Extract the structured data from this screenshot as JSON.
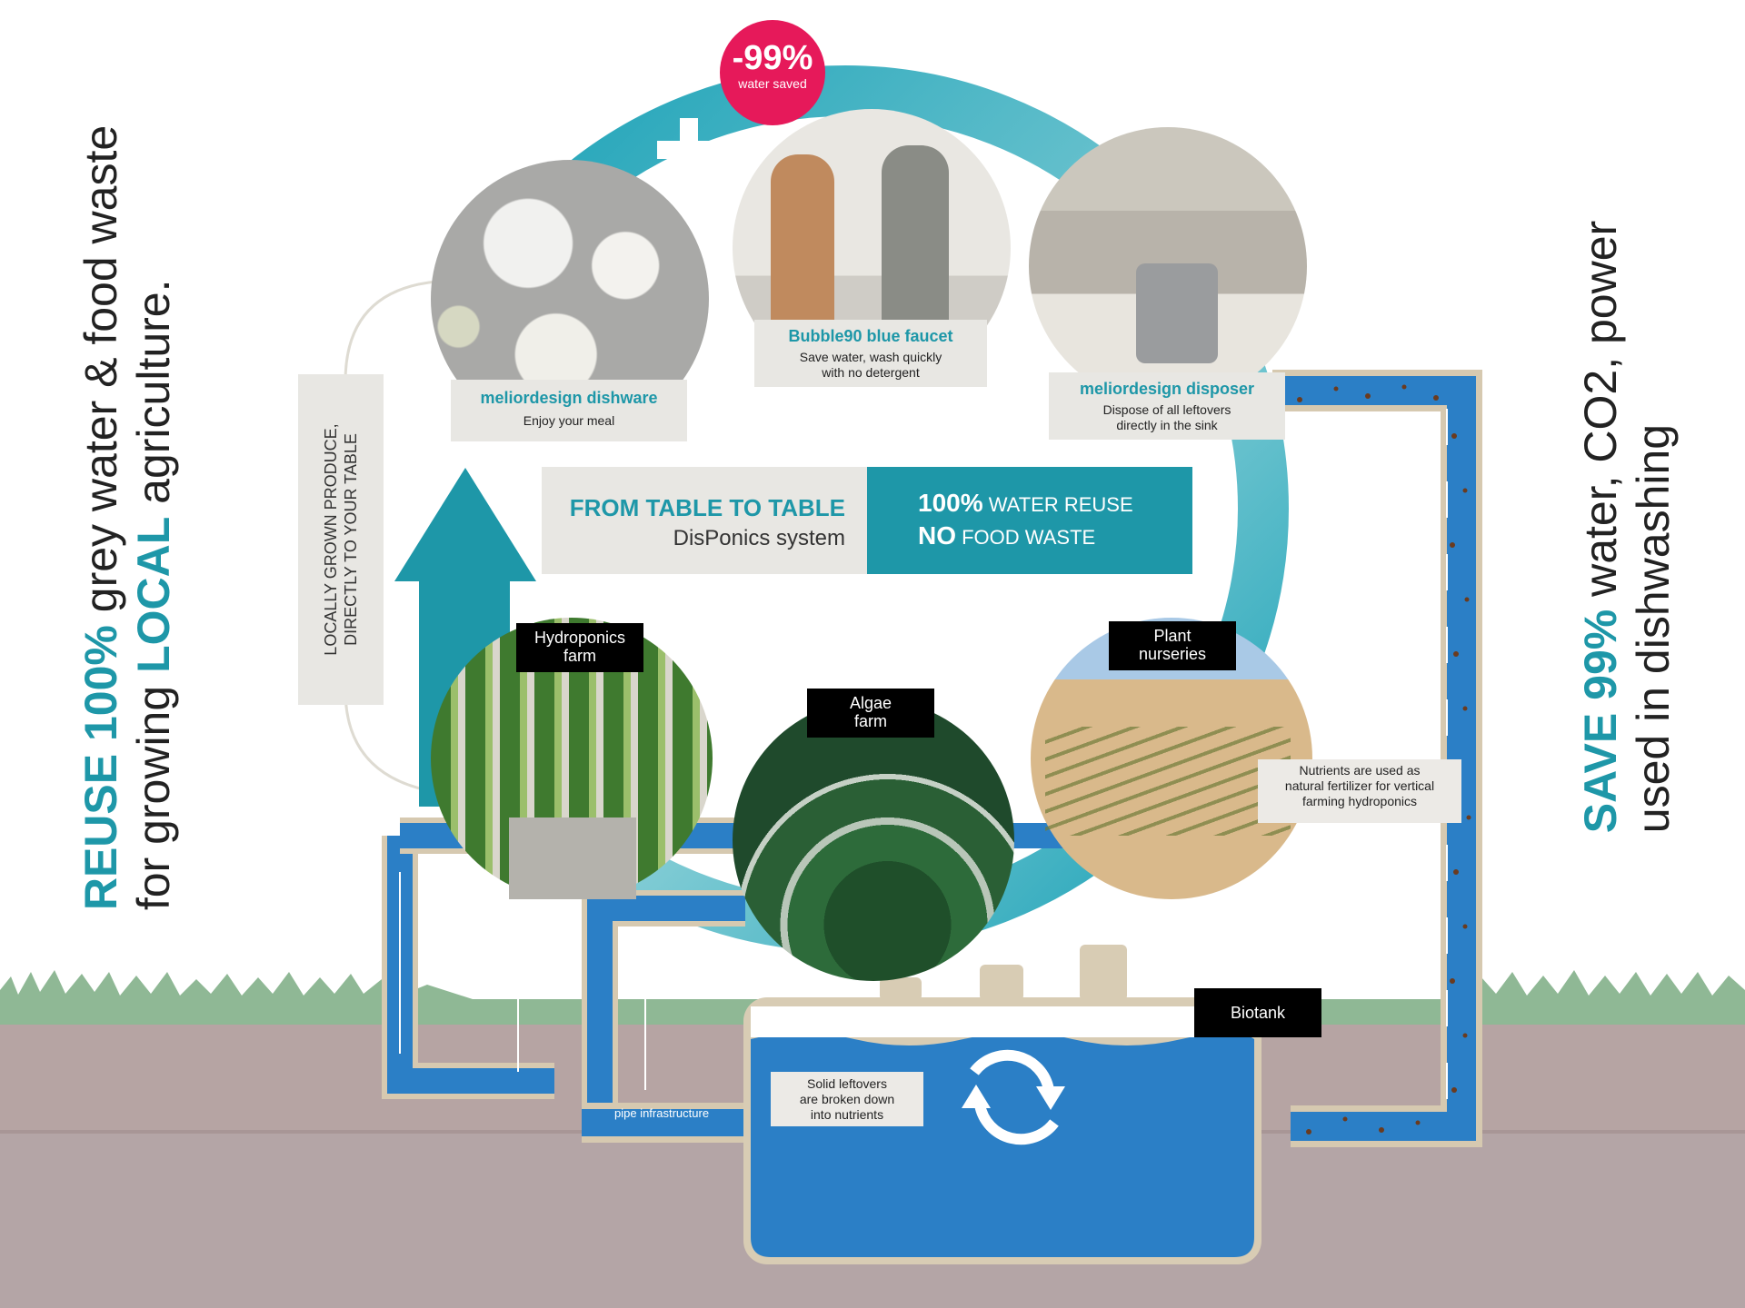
{
  "side_left": {
    "line1_bold": "REUSE 100%",
    "line1_rest": " grey water & food waste",
    "line2_pre": "for growing ",
    "line2_bold": "LOCAL",
    "line2_post": " agriculture."
  },
  "side_right": {
    "line1_bold": "SAVE 99%",
    "line1_rest": " water, CO2, power",
    "line2": "used in dishwashing"
  },
  "badge": {
    "value": "-99%",
    "caption": "water saved"
  },
  "dishware": {
    "title": "meliordesign dishware",
    "desc": "Enjoy your meal"
  },
  "faucet": {
    "title": "Bubble90 blue faucet",
    "desc1": "Save water, wash quickly",
    "desc2": "with no detergent"
  },
  "disposer": {
    "title": "meliordesign disposer",
    "desc1": "Dispose of all leftovers",
    "desc2": "directly in the sink"
  },
  "center": {
    "title": "FROM TABLE TO TABLE",
    "subtitle": "DisPonics system",
    "line1_bold": "100%",
    "line1_rest": " WATER REUSE",
    "line2_bold": "NO",
    "line2_rest": " FOOD WASTE"
  },
  "local_label": {
    "line1": "LOCALLY GROWN PRODUCE,",
    "line2": "DIRECTLY TO YOUR TABLE"
  },
  "hydroponics": {
    "line1": "Hydroponics",
    "line2": "farm"
  },
  "algae": {
    "line1": "Algae",
    "line2": "farm"
  },
  "nurseries": {
    "line1": "Plant",
    "line2": "nurseries"
  },
  "nutrients_note": {
    "line1": "Nutrients are used as",
    "line2": "natural fertilizer for vertical",
    "line3": "farming hydroponics"
  },
  "biotank": {
    "label": "Biotank"
  },
  "leftovers_note": {
    "line1": "Solid leftovers",
    "line2": "are broken down",
    "line3": "into nutrients"
  },
  "pipe_label": "pipe infrastructure",
  "colors": {
    "teal": "#1e97a8",
    "pink": "#e6195a",
    "blue": "#2b7fc6",
    "soil": "#b3a6a6",
    "grass": "#8fb895"
  }
}
